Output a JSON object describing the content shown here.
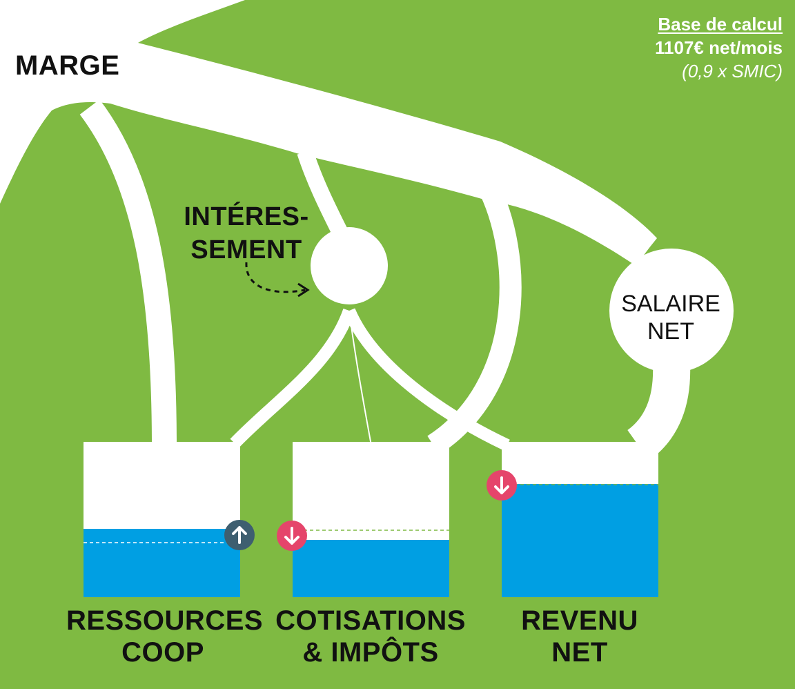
{
  "colors": {
    "background": "#7fba42",
    "flow": "#ffffff",
    "water": "#009fe3",
    "arrow_up": "#3e5f70",
    "arrow_down": "#e5456b",
    "text_dark": "#111111",
    "text_light": "#ffffff"
  },
  "header": {
    "marge": "MARGE",
    "base_title": "Base de calcul",
    "base_value": "1107€ net/mois",
    "base_note": "(0,9 x SMIC)"
  },
  "nodes": {
    "interessement_line1": "INTÉRES-",
    "interessement_line2": "SEMENT",
    "salaire_line1": "SALAIRE",
    "salaire_line2": "NET"
  },
  "containers": [
    {
      "id": "coop",
      "line1": "RESSOURCES",
      "line2": "COOP",
      "fill_fraction": 0.44,
      "change": "up"
    },
    {
      "id": "cotis",
      "line1": "COTISATIONS",
      "line2": "& IMPÔTS",
      "fill_fraction": 0.37,
      "change": "down"
    },
    {
      "id": "revenu",
      "line1": "REVENU",
      "line2": "NET",
      "fill_fraction": 0.73,
      "change": "down"
    }
  ],
  "icons": {
    "up": "arrow-up-icon",
    "down": "arrow-down-icon",
    "curve": "dashed-curved-arrow-icon"
  }
}
